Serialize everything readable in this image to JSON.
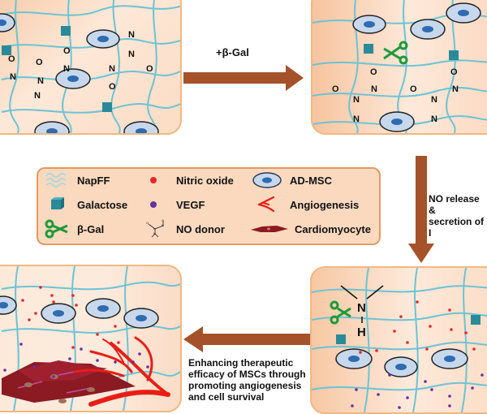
{
  "diagram": {
    "steps": [
      {
        "id": "initial-state",
        "description": "NapFF hydrogel network with AD-MSCs and galactose-caged NO donors"
      },
      {
        "id": "after-beta-gal",
        "description": "β-Gal cleaves galactose from NO donors"
      },
      {
        "id": "no-release",
        "description": "NO released and VEGF secreted among AD-MSCs"
      },
      {
        "id": "therapeutic-effect",
        "description": "Angiogenesis and cardiomyocyte survival"
      }
    ],
    "arrows": {
      "top": {
        "label": "+β-Gal",
        "direction": "right"
      },
      "right": {
        "label_lines": [
          "NO release &",
          "secretion of I"
        ],
        "direction": "down"
      },
      "bottom": {
        "label_lines": [
          "Enhancing therapeutic",
          "efficacy of MSCs through",
          "promoting angiogenesis",
          "and cell survival"
        ],
        "direction": "left"
      }
    },
    "legend": {
      "items": [
        {
          "label": "NapFF",
          "icon": "napff-fiber-icon"
        },
        {
          "label": "Galactose",
          "icon": "galactose-cube-icon"
        },
        {
          "label": "β-Gal",
          "icon": "beta-gal-scissors-icon"
        },
        {
          "label": "Nitric oxide",
          "icon": "nitric-oxide-dot-icon"
        },
        {
          "label": "VEGF",
          "icon": "vegf-dot-icon"
        },
        {
          "label": "NO donor",
          "icon": "no-donor-structure-icon"
        },
        {
          "label": "AD-MSC",
          "icon": "ad-msc-cell-icon"
        },
        {
          "label": "Angiogenesis",
          "icon": "angiogenesis-vessel-icon"
        },
        {
          "label": "Cardiomyocyte",
          "icon": "cardiomyocyte-icon"
        }
      ]
    },
    "chem_labels": {
      "N": "N",
      "O": "O",
      "H": "H",
      "minus_dot": "·",
      "plus": "+"
    },
    "colors": {
      "panel_bg": "#fde8d8",
      "panel_border": "#f0b882",
      "fiber": "#6cc3d5",
      "arrow": "#a5522a",
      "galactose": "#2a8a99",
      "scissors": "#1e9a3a",
      "nitric_oxide": "#e8262a",
      "vegf": "#6a2fa0",
      "vessel": "#e81e16",
      "cardiomyocyte": "#8b1a22",
      "cell_body": "#c8d8ec",
      "cell_nucleus": "#2f6bb0"
    }
  }
}
